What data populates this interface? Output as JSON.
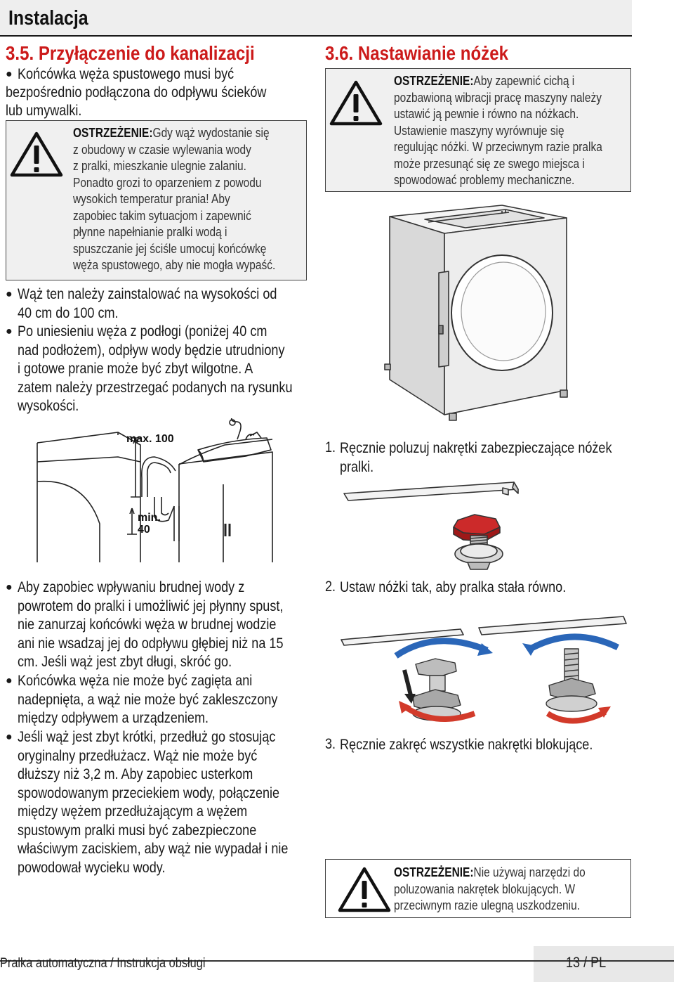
{
  "header": {
    "title": "Instalacja"
  },
  "left": {
    "section_title": "3.5. Przyłączenie do kanalizacji",
    "intro_lines": [
      "Końcówka węża spustowego musi być",
      "bezpośrednio podłączona do odpływu ścieków",
      "lub umywalki."
    ],
    "warning": {
      "label": "OSTRZEŻENIE:",
      "first_line_rest": "Gdy wąż wydostanie się",
      "lines": [
        "z obudowy w czasie wylewania wody",
        "z pralki, mieszkanie ulegnie zalaniu.",
        "Ponadto grozi to oparzeniem z powodu",
        "wysokich temperatur prania! Aby",
        "zapobiec takim sytuacjom i zapewnić",
        "płynne napełnianie pralki wodą i",
        "spuszczanie jej ściśle umocuj końcówkę",
        "węża spustowego, aby nie mogła wypaść."
      ]
    },
    "bullets_mid": [
      [
        "Wąż ten należy zainstalować na wysokości od",
        "40 cm do 100 cm."
      ],
      [
        "Po uniesieniu węża z podłogi (poniżej 40 cm",
        "nad podłożem), odpływ wody będzie utrudniony",
        "i gotowe pranie może być zbyt wilgotne. A",
        "zatem należy przestrzegać podanych na rysunku",
        "wysokości."
      ]
    ],
    "figure_labels": {
      "max": "max. 100",
      "min_line1": "min.",
      "min_line2": "40"
    },
    "bullets_bottom": [
      [
        "Aby zapobiec wpływaniu brudnej wody z",
        "powrotem do pralki i umożliwić jej płynny spust,",
        "nie zanurzaj końcówki węża w brudnej wodzie",
        "ani nie wsadzaj jej do odpływu głębiej niż na 15",
        "cm. Jeśli wąż jest zbyt długi, skróć go."
      ],
      [
        "Końcówka węża nie może być zagięta ani",
        "nadepnięta, a wąż nie może być zakleszczony",
        "między odpływem a urządzeniem."
      ],
      [
        "Jeśli wąż jest zbyt krótki, przedłuż go stosując",
        "oryginalny przedłużacz. Wąż nie może być",
        "dłuższy niż 3,2 m. Aby zapobiec usterkom",
        "spowodowanym przeciekiem wody, połączenie",
        "między wężem przedłużającym a wężem",
        "spustowym pralki musi być zabezpieczone",
        "właściwym zaciskiem, aby wąż nie wypadał i nie",
        "powodował wycieku wody."
      ]
    ]
  },
  "right": {
    "section_title": "3.6. Nastawianie nóżek",
    "warning": {
      "label": "OSTRZEŻENIE:",
      "first_line_rest": "Aby zapewnić cichą i",
      "lines": [
        "pozbawioną wibracji pracę maszyny należy",
        "ustawić ją pewnie i równo na nóżkach.",
        "Ustawienie maszyny wyrównuje się",
        "regulując nóżki. W przeciwnym razie pralka",
        "może przesunąć się ze swego miejsca i",
        "spowodować problemy mechaniczne."
      ]
    },
    "steps": [
      {
        "num": "1.",
        "lines": [
          "Ręcznie poluzuj nakrętki zabezpieczające nóżek",
          "pralki."
        ]
      },
      {
        "num": "2.",
        "lines": [
          "Ustaw nóżki tak, aby pralka stała równo."
        ]
      },
      {
        "num": "3.",
        "lines": [
          "Ręcznie zakręć wszystkie nakrętki blokujące."
        ]
      }
    ],
    "warning2": {
      "label": "OSTRZEŻENIE:",
      "first_line_rest": "Nie używaj narzędzi do",
      "lines": [
        "poluzowania nakrętek blokujących. W",
        "przeciwnym razie ulegną uszkodzeniu."
      ]
    }
  },
  "footer": {
    "left": "Pralka automatyczna / Instrukcja obsługi",
    "page": "13 / PL"
  },
  "colors": {
    "heading_red": "#cc1a1a",
    "nut_red": "#cc2a2a",
    "arrow_blue": "#2a66b8",
    "arrow_red": "#d23a2a"
  }
}
